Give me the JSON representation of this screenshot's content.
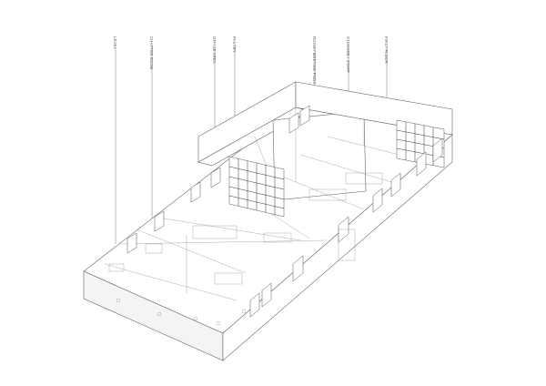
{
  "labels": [
    {
      "id": "lab-1",
      "text": "LEVEL"
    },
    {
      "id": "lab-2",
      "text": "CHAPTER ROOM"
    },
    {
      "id": "lab-3",
      "text": "OFFICE AREA"
    },
    {
      "id": "lab-4",
      "text": "PANTRY"
    },
    {
      "id": "lab-5",
      "text": "ROOM / MEETING PODS"
    },
    {
      "id": "lab-6",
      "text": "STORAGE / STAFF"
    },
    {
      "id": "lab-7",
      "text": "FIRST FLOOR"
    }
  ]
}
